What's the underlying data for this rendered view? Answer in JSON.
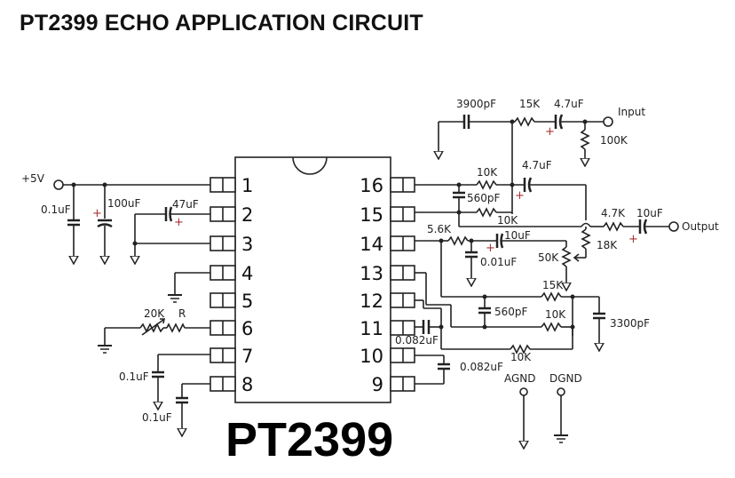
{
  "title": "PT2399 ECHO APPLICATION CIRCUIT",
  "chip": {
    "part_number": "PT2399",
    "left_pins": [
      "1",
      "2",
      "3",
      "4",
      "5",
      "6",
      "7",
      "8"
    ],
    "right_pins": [
      "16",
      "15",
      "14",
      "13",
      "12",
      "11",
      "10",
      "9"
    ]
  },
  "terminals": {
    "supply": "+5V",
    "input": "Input",
    "output": "Output",
    "agnd": "AGND",
    "dgnd": "DGND"
  },
  "components": {
    "c_supply_01": "0.1uF",
    "c_supply_100": "100uF",
    "c_pin2": "47uF",
    "r_var_20k": "20K",
    "r_series": "R",
    "c_pin7": "0.1uF",
    "c_pin8": "0.1uF",
    "c_in_3900": "3900pF",
    "r_in_15k": "15K",
    "c_in_47": "4.7uF",
    "r_in_100k": "100K",
    "r_16_10k": "10K",
    "c_16_47": "4.7uF",
    "c_560_top": "560pF",
    "r_15_10k": "10K",
    "r_out_47k": "4.7K",
    "c_out_10": "10uF",
    "r_18k": "18K",
    "r_14_56k": "5.6K",
    "c_14_10": "10uF",
    "c_14_001": "0.01uF",
    "pot_50k": "50K",
    "r_13_15k": "15K",
    "c_560_mid": "560pF",
    "r_12_10k": "10K",
    "c_3300": "3300pF",
    "c_11_0082": "0.082uF",
    "r_11_10k": "10K",
    "c_10_0082": "0.082uF"
  },
  "plus_sign": "+"
}
